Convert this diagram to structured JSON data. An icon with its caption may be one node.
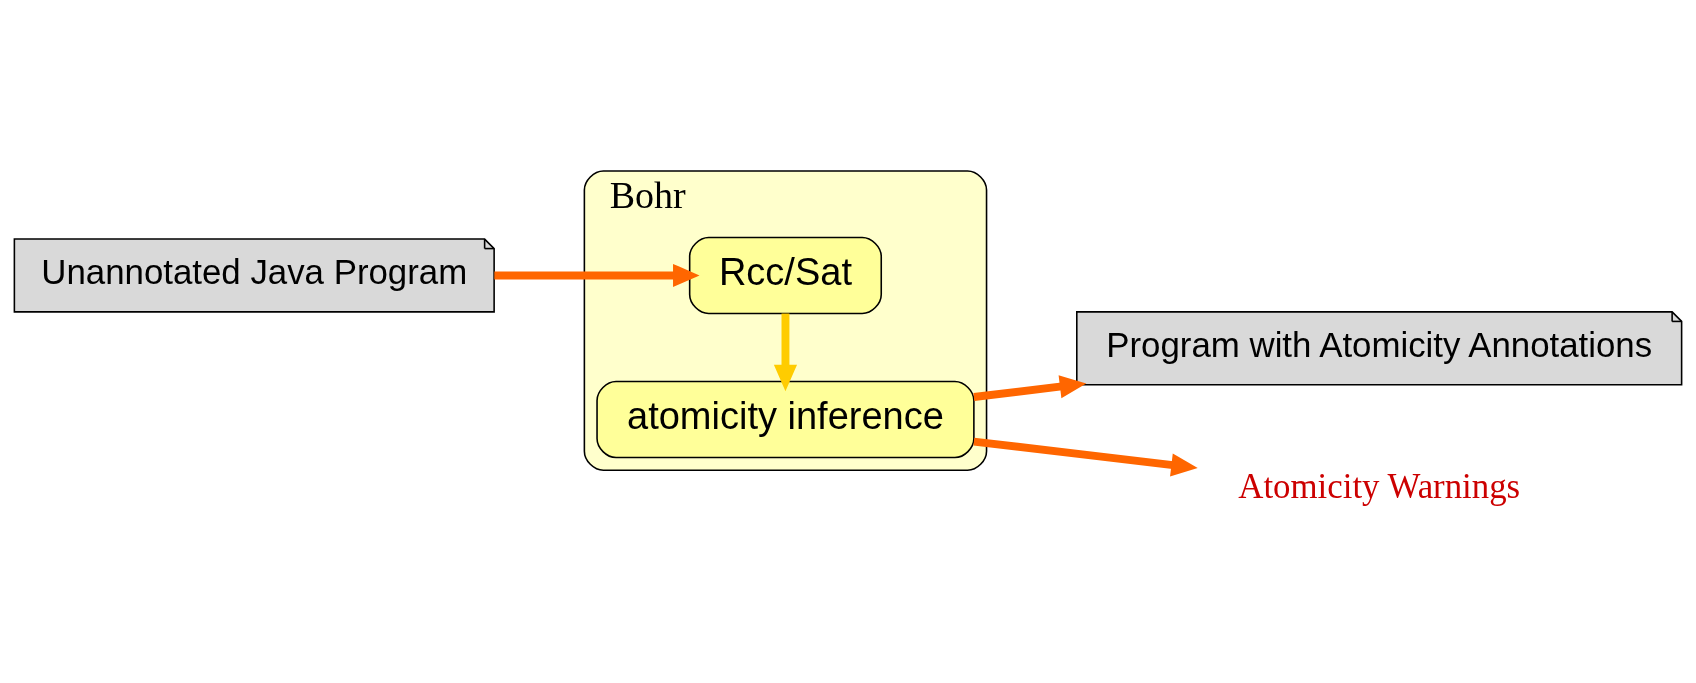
{
  "diagram": {
    "nodes": [
      {
        "text": [
          "Unannotated Java Program"
        ]
      },
      {
        "text": [
          "Bohr"
        ]
      },
      {
        "text": [
          "Rcc/Sat"
        ],
        "in": 1
      },
      {
        "text": [
          "atomicity inference"
        ],
        "in": 1
      },
      {
        "text": [
          "Program with Atomicity Annotations"
        ]
      },
      {
        "text": [
          "Atomicity Warnings"
        ]
      }
    ],
    "edges": [
      {
        "from": 0,
        "to": 2,
        "arrow": "to"
      },
      {
        "from": 2,
        "to": 3,
        "arrow": "to",
        "color": "#ffcc00"
      },
      {
        "from": 3,
        "to": 4,
        "arrow": "to"
      },
      {
        "from": 3,
        "to": 5,
        "arrow": "to"
      }
    ]
  }
}
